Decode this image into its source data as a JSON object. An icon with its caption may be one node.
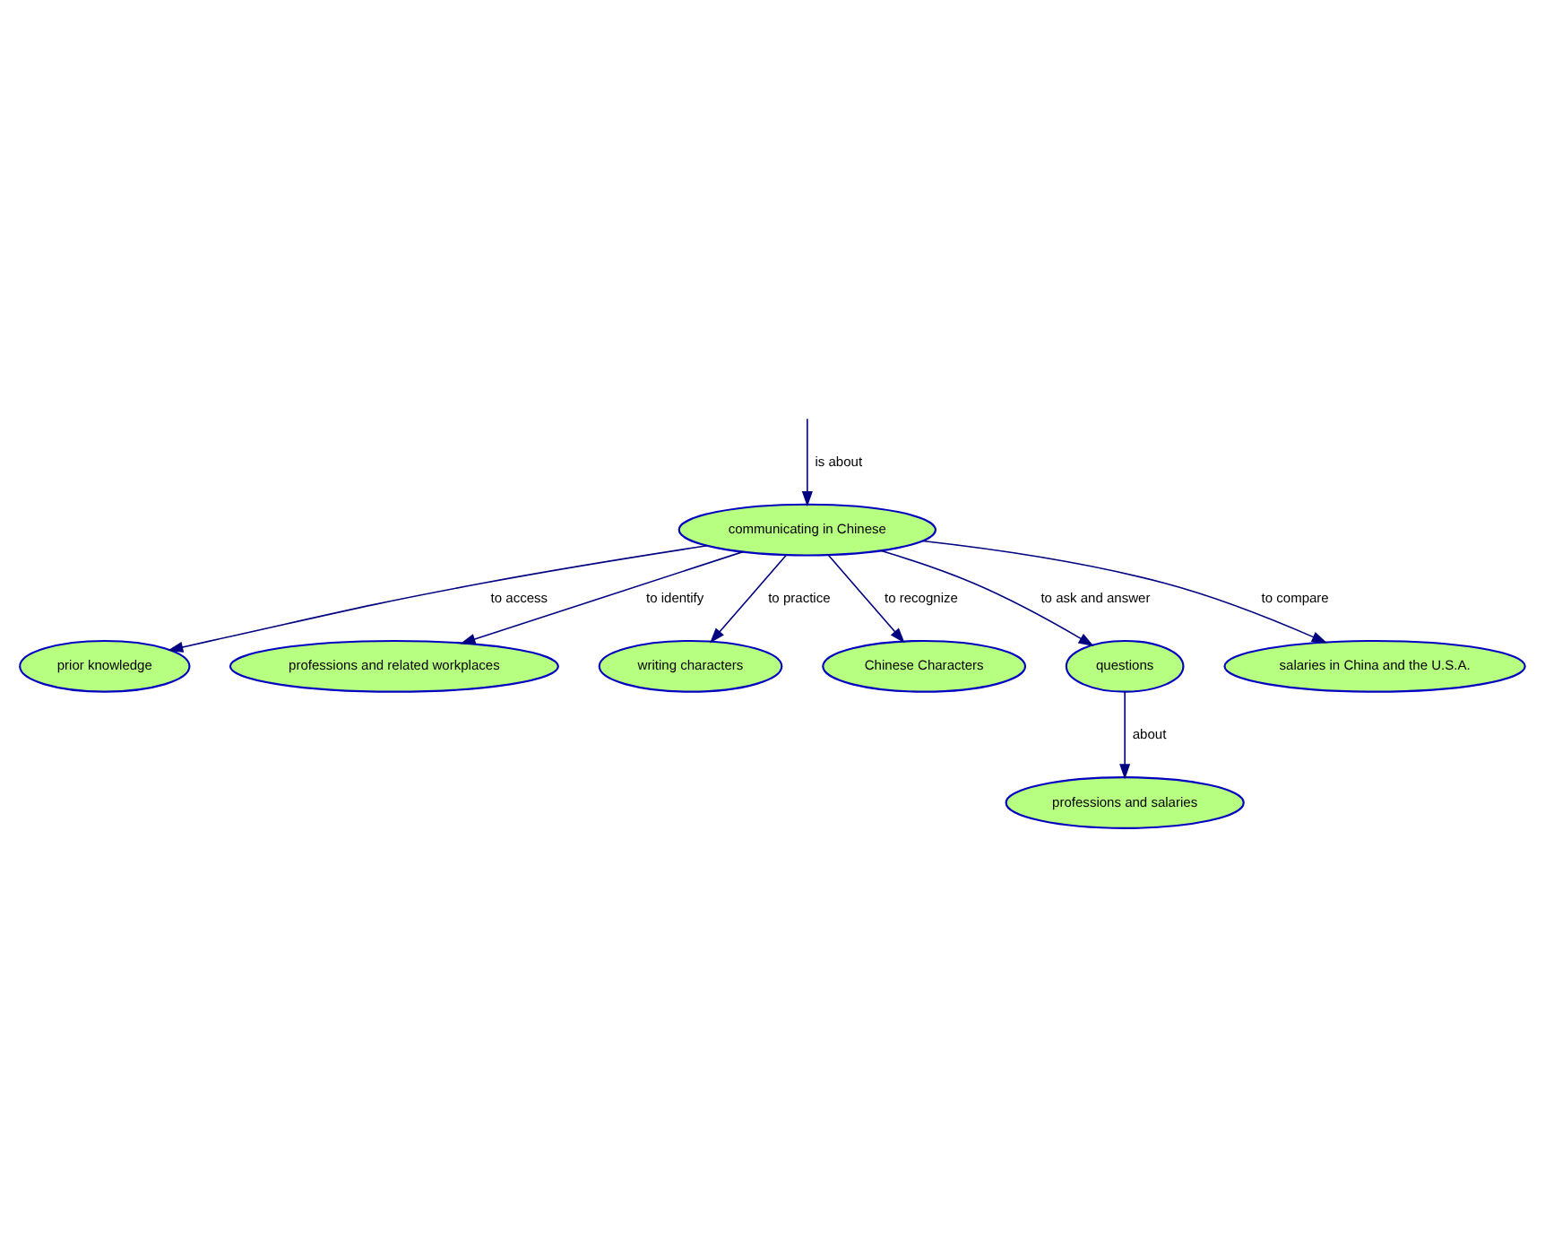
{
  "diagram": {
    "nodes": [
      {
        "text": [
          "communicating in Chinese"
        ]
      },
      {
        "text": [
          "prior knowledge"
        ]
      },
      {
        "text": [
          "professions and related workplaces"
        ]
      },
      {
        "text": [
          "writing characters"
        ]
      },
      {
        "text": [
          "Chinese Characters"
        ]
      },
      {
        "text": [
          "questions"
        ]
      },
      {
        "text": [
          "salaries in China and the U.S.A."
        ]
      },
      {
        "text": [
          "professions and salaries"
        ]
      }
    ],
    "edges": [
      {
        "from": null,
        "to": 0,
        "arrow": "to",
        "label": "is about"
      },
      {
        "from": 0,
        "to": 1,
        "arrow": "to",
        "label": "to access"
      },
      {
        "from": 0,
        "to": 2,
        "arrow": "to",
        "label": "to identify"
      },
      {
        "from": 0,
        "to": 3,
        "arrow": "to",
        "label": "to practice"
      },
      {
        "from": 0,
        "to": 4,
        "arrow": "to",
        "label": "to recognize"
      },
      {
        "from": 0,
        "to": 5,
        "arrow": "to",
        "label": "to ask and answer"
      },
      {
        "from": 0,
        "to": 6,
        "arrow": "to",
        "label": "to compare"
      },
      {
        "from": 5,
        "to": 7,
        "arrow": "to",
        "label": "about"
      }
    ]
  }
}
